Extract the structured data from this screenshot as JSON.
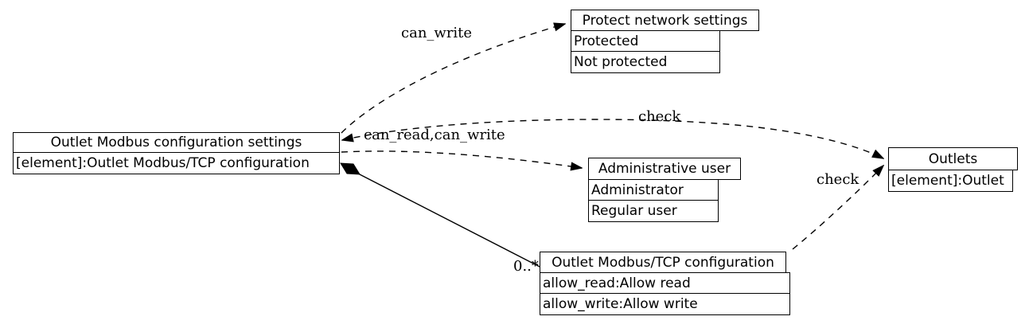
{
  "colors": {
    "background": "#ffffff",
    "stroke": "#000000",
    "text": "#000000"
  },
  "nodes": {
    "outlet_modbus_settings": {
      "title": "Outlet Modbus configuration settings",
      "rows": [
        "[element]:Outlet Modbus/TCP configuration"
      ]
    },
    "protect_network_settings": {
      "title": "Protect network settings",
      "rows": [
        "Protected",
        "Not protected"
      ]
    },
    "administrative_user": {
      "title": "Administrative user",
      "rows": [
        "Administrator",
        "Regular user"
      ]
    },
    "outlets": {
      "title": "Outlets",
      "rows": [
        "[element]:Outlet"
      ]
    },
    "outlet_modbus_tcp_configuration": {
      "title": "Outlet Modbus/TCP configuration",
      "rows": [
        "allow_read:Allow read",
        "allow_write:Allow write"
      ]
    }
  },
  "edges": {
    "can_write": {
      "label": "can_write",
      "style": "dashed",
      "from": "outlet_modbus_settings",
      "to": "protect_network_settings"
    },
    "can_read_can_write": {
      "label": "can_read,can_write",
      "style": "dashed",
      "from": "outlet_modbus_settings",
      "to": "administrative_user"
    },
    "check_settings_outlets": {
      "label": "check",
      "style": "dashed",
      "from": "outlet_modbus_settings",
      "to": "outlets"
    },
    "check_config_outlets": {
      "label": "check",
      "style": "dashed",
      "from": "outlet_modbus_tcp_configuration",
      "to": "outlets"
    },
    "contains": {
      "label": "0..*",
      "style": "solid",
      "source_decoration": "filled-diamond",
      "from": "outlet_modbus_settings",
      "to": "outlet_modbus_tcp_configuration"
    }
  }
}
